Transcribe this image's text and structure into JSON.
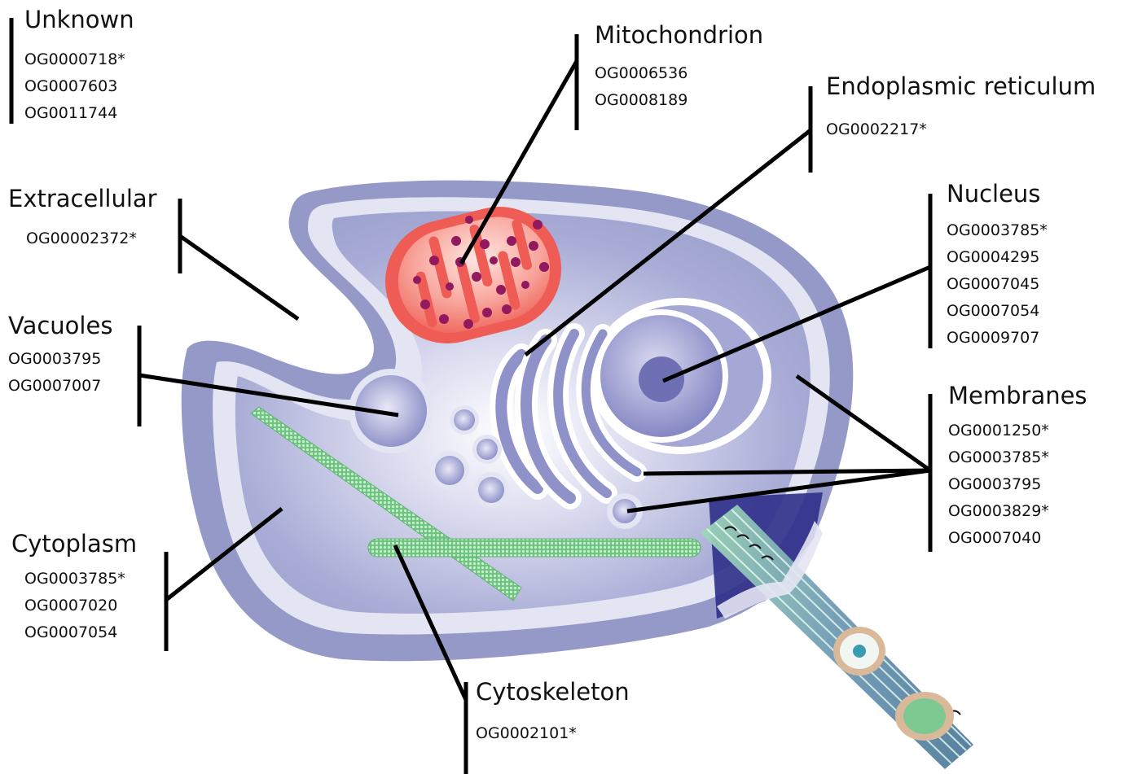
{
  "diagram": {
    "compartments": [
      {
        "key": "unknown",
        "title": "Unknown",
        "ids": [
          "OG0000718*",
          "OG0007603",
          "OG0011744"
        ]
      },
      {
        "key": "mitochondrion",
        "title": "Mitochondrion",
        "ids": [
          "OG0006536",
          "OG0008189"
        ]
      },
      {
        "key": "er",
        "title": "Endoplasmic reticulum",
        "ids": [
          "OG0002217*"
        ]
      },
      {
        "key": "extracellular",
        "title": "Extracellular",
        "ids": [
          "OG00002372*"
        ]
      },
      {
        "key": "nucleus",
        "title": "Nucleus",
        "ids": [
          "OG0003785*",
          "OG0004295",
          "OG0007045",
          "OG0007054",
          "OG0009707"
        ]
      },
      {
        "key": "vacuoles",
        "title": "Vacuoles",
        "ids": [
          "OG0003795",
          "OG0007007"
        ]
      },
      {
        "key": "membranes",
        "title": "Membranes",
        "ids": [
          "OG0001250*",
          "OG0003785*",
          "OG0003795",
          "OG0003829*",
          "OG0007040"
        ]
      },
      {
        "key": "cytoplasm",
        "title": "Cytoplasm",
        "ids": [
          "OG0003785*",
          "OG0007020",
          "OG0007054"
        ]
      },
      {
        "key": "cytoskeleton",
        "title": "Cytoskeleton",
        "ids": [
          "OG0002101*"
        ]
      }
    ],
    "colors": {
      "cell_body": "#9aa0cc",
      "cell_rim": "#e6e7f4",
      "mitochondrion": "#ee5a54",
      "mito_dots": "#93195e",
      "cytoskeleton": "#7dcc8c",
      "leader_line": "#000000"
    }
  }
}
